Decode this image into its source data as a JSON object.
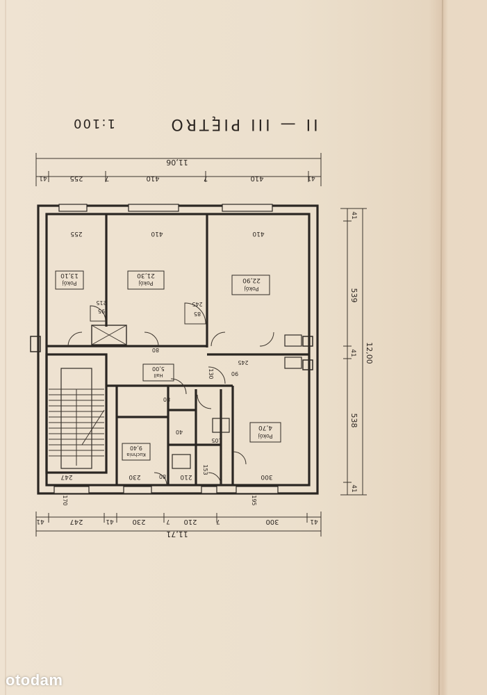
{
  "title": "II — III PIĘTRO",
  "scale": "1:100",
  "watermark": "otodam",
  "dimensions": {
    "top_total": "11,06",
    "top_segments": [
      "41",
      "255",
      "7",
      "410",
      "7",
      "410",
      "41"
    ],
    "bottom_total": "11,71",
    "bottom_segments": [
      "41",
      "247",
      "41",
      "230",
      "7",
      "210",
      "7",
      "300",
      "41"
    ],
    "right_total": "12,00",
    "right_segments": [
      "41",
      "539",
      "41",
      "538",
      "41"
    ],
    "inner_top": [
      "255",
      "410",
      "410"
    ],
    "inner_bottom": [
      "247",
      "230",
      "210",
      "300"
    ]
  },
  "rooms": [
    {
      "id": "room-1",
      "name": "Pokój",
      "area": "13,10"
    },
    {
      "id": "room-2",
      "name": "Pokój",
      "area": "21,30"
    },
    {
      "id": "room-3",
      "name": "Pokój",
      "area": "22,90"
    },
    {
      "id": "room-4",
      "name": "Pokój",
      "area": "4,70"
    },
    {
      "id": "kitchen",
      "name": "Kuchnia",
      "area": "9,40"
    },
    {
      "id": "hall",
      "name": "Hall",
      "area": "5,00"
    }
  ],
  "door_labels": [
    "95",
    "215",
    "85",
    "245",
    "80",
    "245",
    "90",
    "130",
    "80",
    "40",
    "105",
    "80",
    "153",
    "170",
    "195"
  ]
}
